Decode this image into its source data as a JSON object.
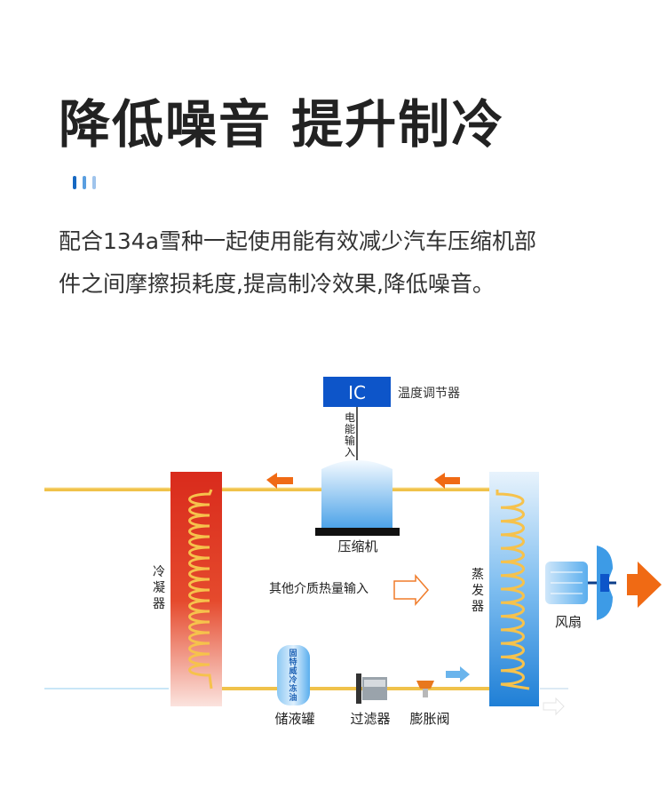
{
  "header": {
    "title": "降低噪音  提升制冷",
    "description_line1": "配合134a雪种一起使用能有效减少汽车压缩机部",
    "description_line2": "件之间摩擦损耗度,提高制冷效果,降低噪音。",
    "accent_colors": [
      "#1668c2",
      "#5a9ee0",
      "#9fc4ec"
    ]
  },
  "diagram": {
    "ic_box": "IC",
    "thermostat": "温度调节器",
    "power_input": [
      "电",
      "能",
      "输",
      "入"
    ],
    "compressor": "压缩机",
    "condenser": [
      "冷",
      "凝",
      "器"
    ],
    "evaporator": [
      "蒸",
      "发",
      "器"
    ],
    "heat_input": "其他介质热量输入",
    "fan": "风扇",
    "receiver": "储液罐",
    "receiver_tag": [
      "固",
      "特",
      "威",
      "冷",
      "冻",
      "油"
    ],
    "filter": "过滤器",
    "expansion_valve": "膨胀阀",
    "colors": {
      "pipe": "#f0c24a",
      "arrow": "#f06a14",
      "ic_blue": "#0d55c9",
      "condenser_red": "#d92b1c",
      "evaporator_blue": "#2b8de0",
      "light_blue": "#5aaeee"
    }
  }
}
